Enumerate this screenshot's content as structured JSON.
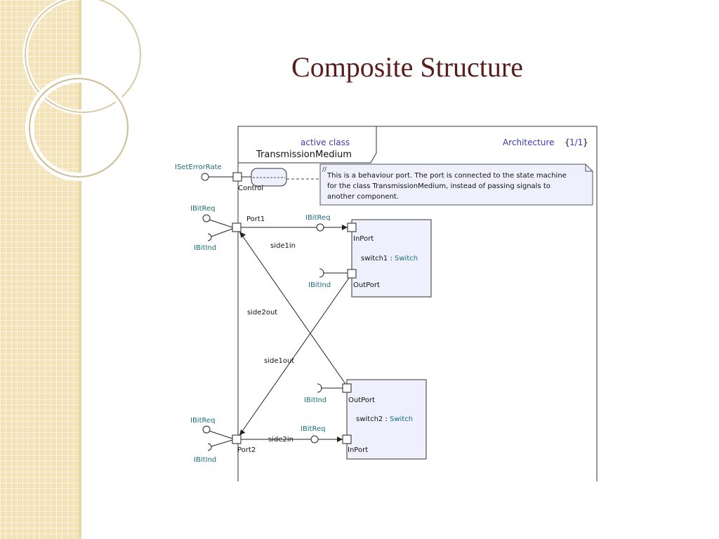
{
  "slide": {
    "title": "Composite Structure"
  },
  "diagram": {
    "frame": {
      "stereotype": "active class",
      "name": "TransmissionMedium",
      "view_name": "Architecture",
      "page_open": "{",
      "page": "1/1",
      "page_close": "}"
    },
    "note": {
      "marker": "//",
      "lines": [
        "This is a behaviour port.  The port is connected to the state machine",
        "for the class TransmissionMedium, instead of passing signals to",
        "another component."
      ]
    },
    "ports": {
      "control": "Control",
      "port1": "Port1",
      "port2": "Port2"
    },
    "interfaces": {
      "control_provided": "ISetErrorRate",
      "port1_req": "IBitReq",
      "port1_ind": "IBitInd",
      "port2_req": "IBitReq",
      "port2_ind": "IBitInd",
      "side1in_iface": "IBitReq",
      "switch1_out_iface": "IBitInd",
      "switch2_out_iface": "IBitInd",
      "side2in_iface": "IBitReq"
    },
    "parts": [
      {
        "instance": "switch1",
        "sep": " : ",
        "type": "Switch",
        "in_port": "InPort",
        "out_port": "OutPort"
      },
      {
        "instance": "switch2",
        "sep": " : ",
        "type": "Switch",
        "in_port": "InPort",
        "out_port": "OutPort"
      }
    ],
    "connectors": {
      "side1in": "side1in",
      "side2out": "side2out",
      "side1out": "side1out",
      "side2in": "side2in"
    },
    "colors": {
      "interface_label": "#1a6e7a",
      "part_fill": "#eef0fd",
      "header_blue": "#3a3ab4"
    }
  }
}
